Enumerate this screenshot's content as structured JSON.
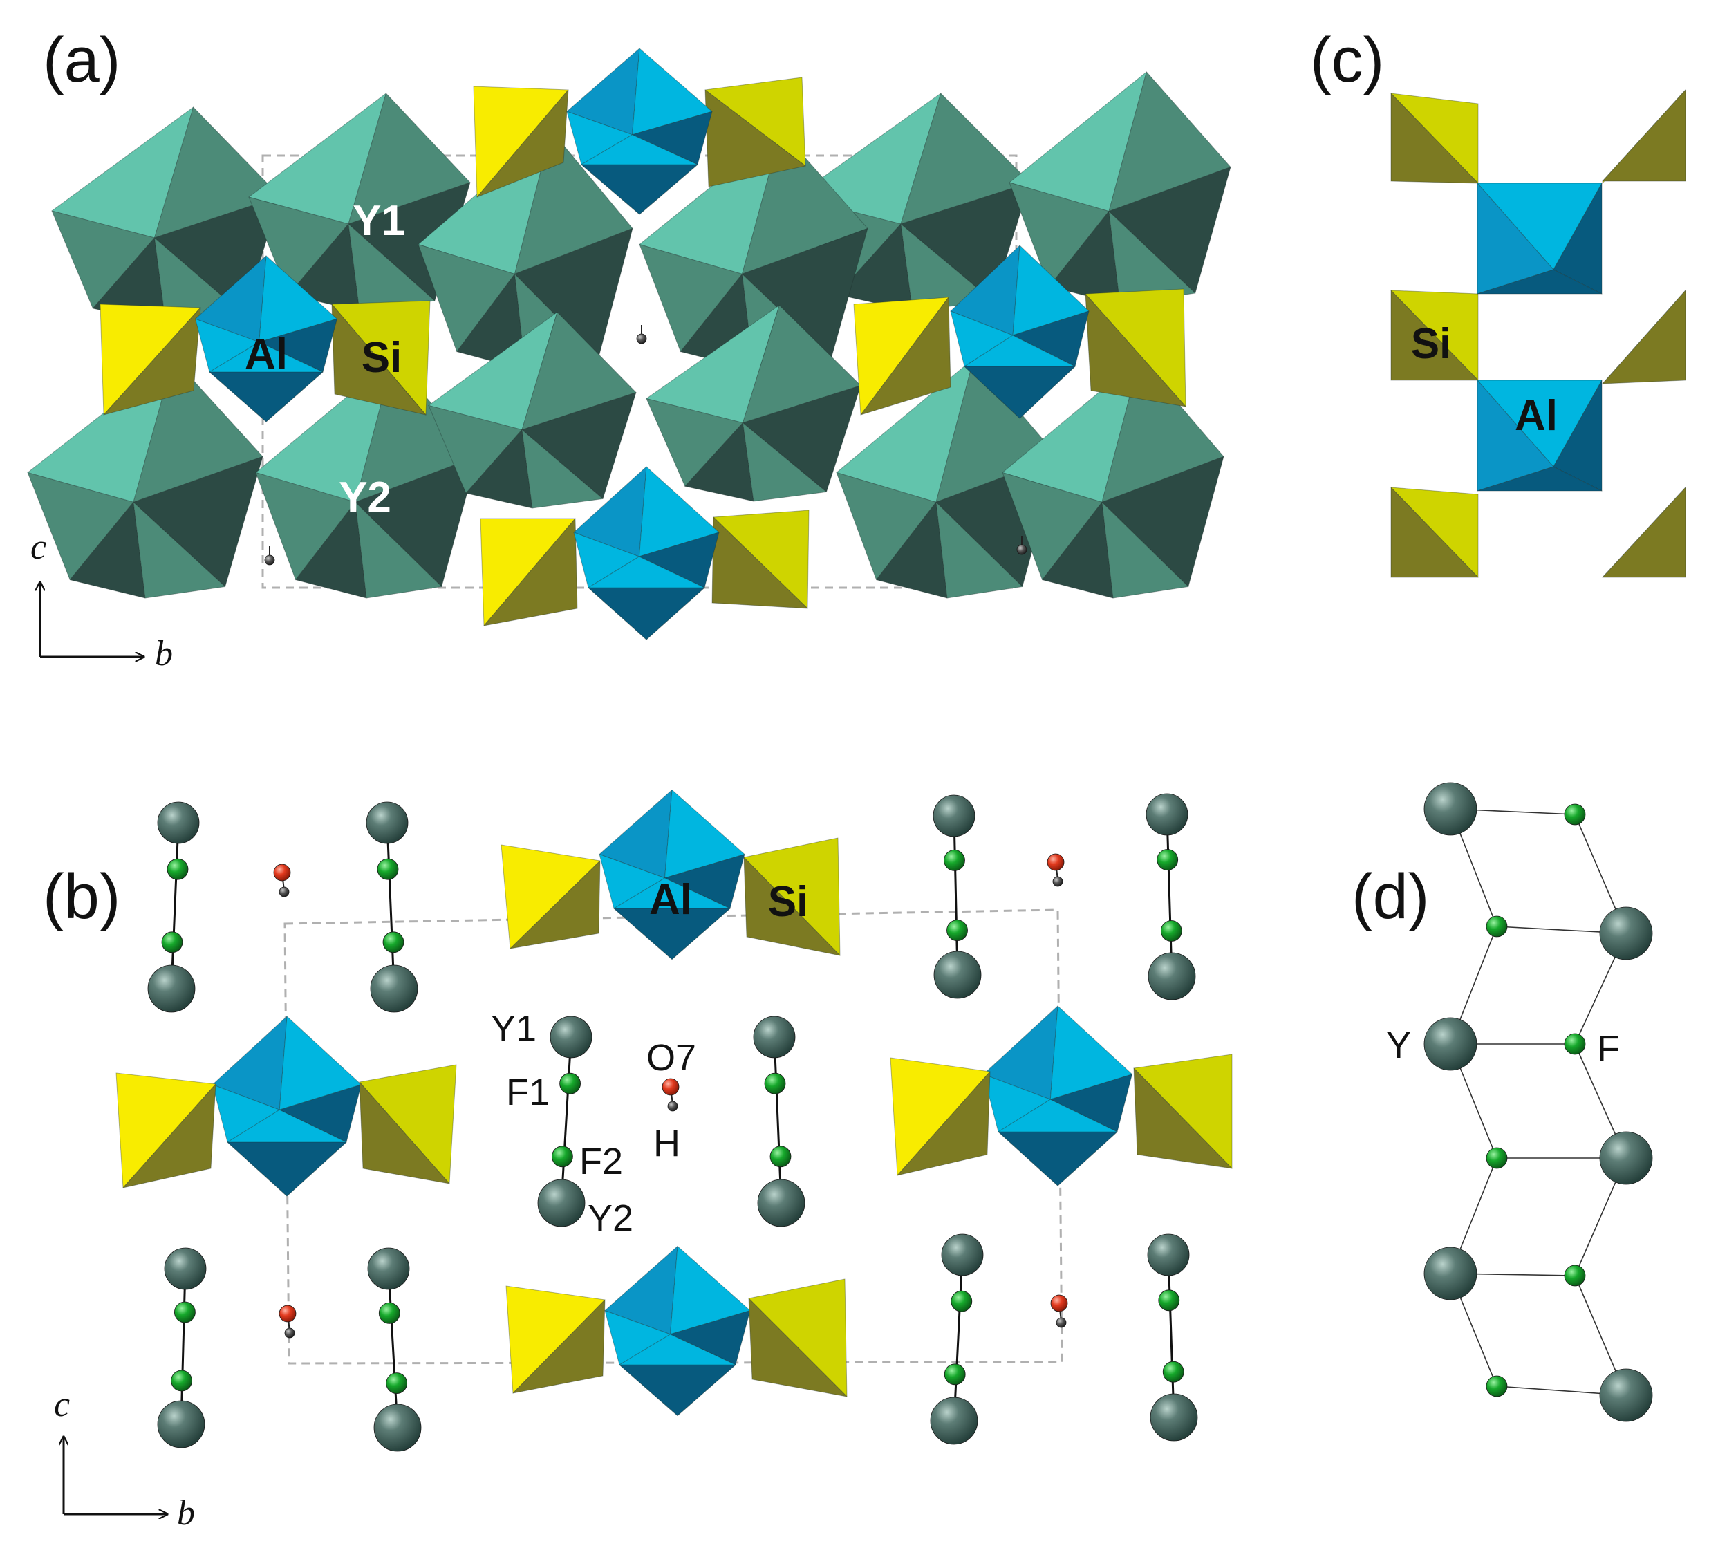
{
  "colors": {
    "y_light": "#62c4ac",
    "y_mid": "#4c8b78",
    "y_dark": "#2c4a44",
    "al_light": "#00b6e0",
    "al_mid": "#0a95c6",
    "al_dark": "#075a7e",
    "si_light": "#f8ec00",
    "si_mid": "#cfd400",
    "si_dark": "#7c7a22",
    "y_atom": "#4d6b65",
    "f_atom": "#12a52a",
    "o_atom": "#e23a1e",
    "h_atom": "#555555",
    "cell_line": "#b0b0b0"
  },
  "panels": {
    "a": {
      "label": "(a)",
      "polyhedra": {
        "y1": "Y1",
        "y2": "Y2",
        "al": "Al",
        "si": "Si"
      },
      "axes": {
        "vertical": "c",
        "horizontal": "b"
      }
    },
    "b": {
      "label": "(b)",
      "polyhedra": {
        "al": "Al",
        "si": "Si"
      },
      "atoms": {
        "y1": "Y1",
        "f1": "F1",
        "f2": "F2",
        "y2": "Y2",
        "o7": "O7",
        "h": "H"
      },
      "axes": {
        "vertical": "c",
        "horizontal": "b"
      }
    },
    "c": {
      "label": "(c)",
      "polyhedra": {
        "si": "Si",
        "al": "Al"
      }
    },
    "d": {
      "label": "(d)",
      "atoms": {
        "y": "Y",
        "f": "F"
      }
    }
  }
}
